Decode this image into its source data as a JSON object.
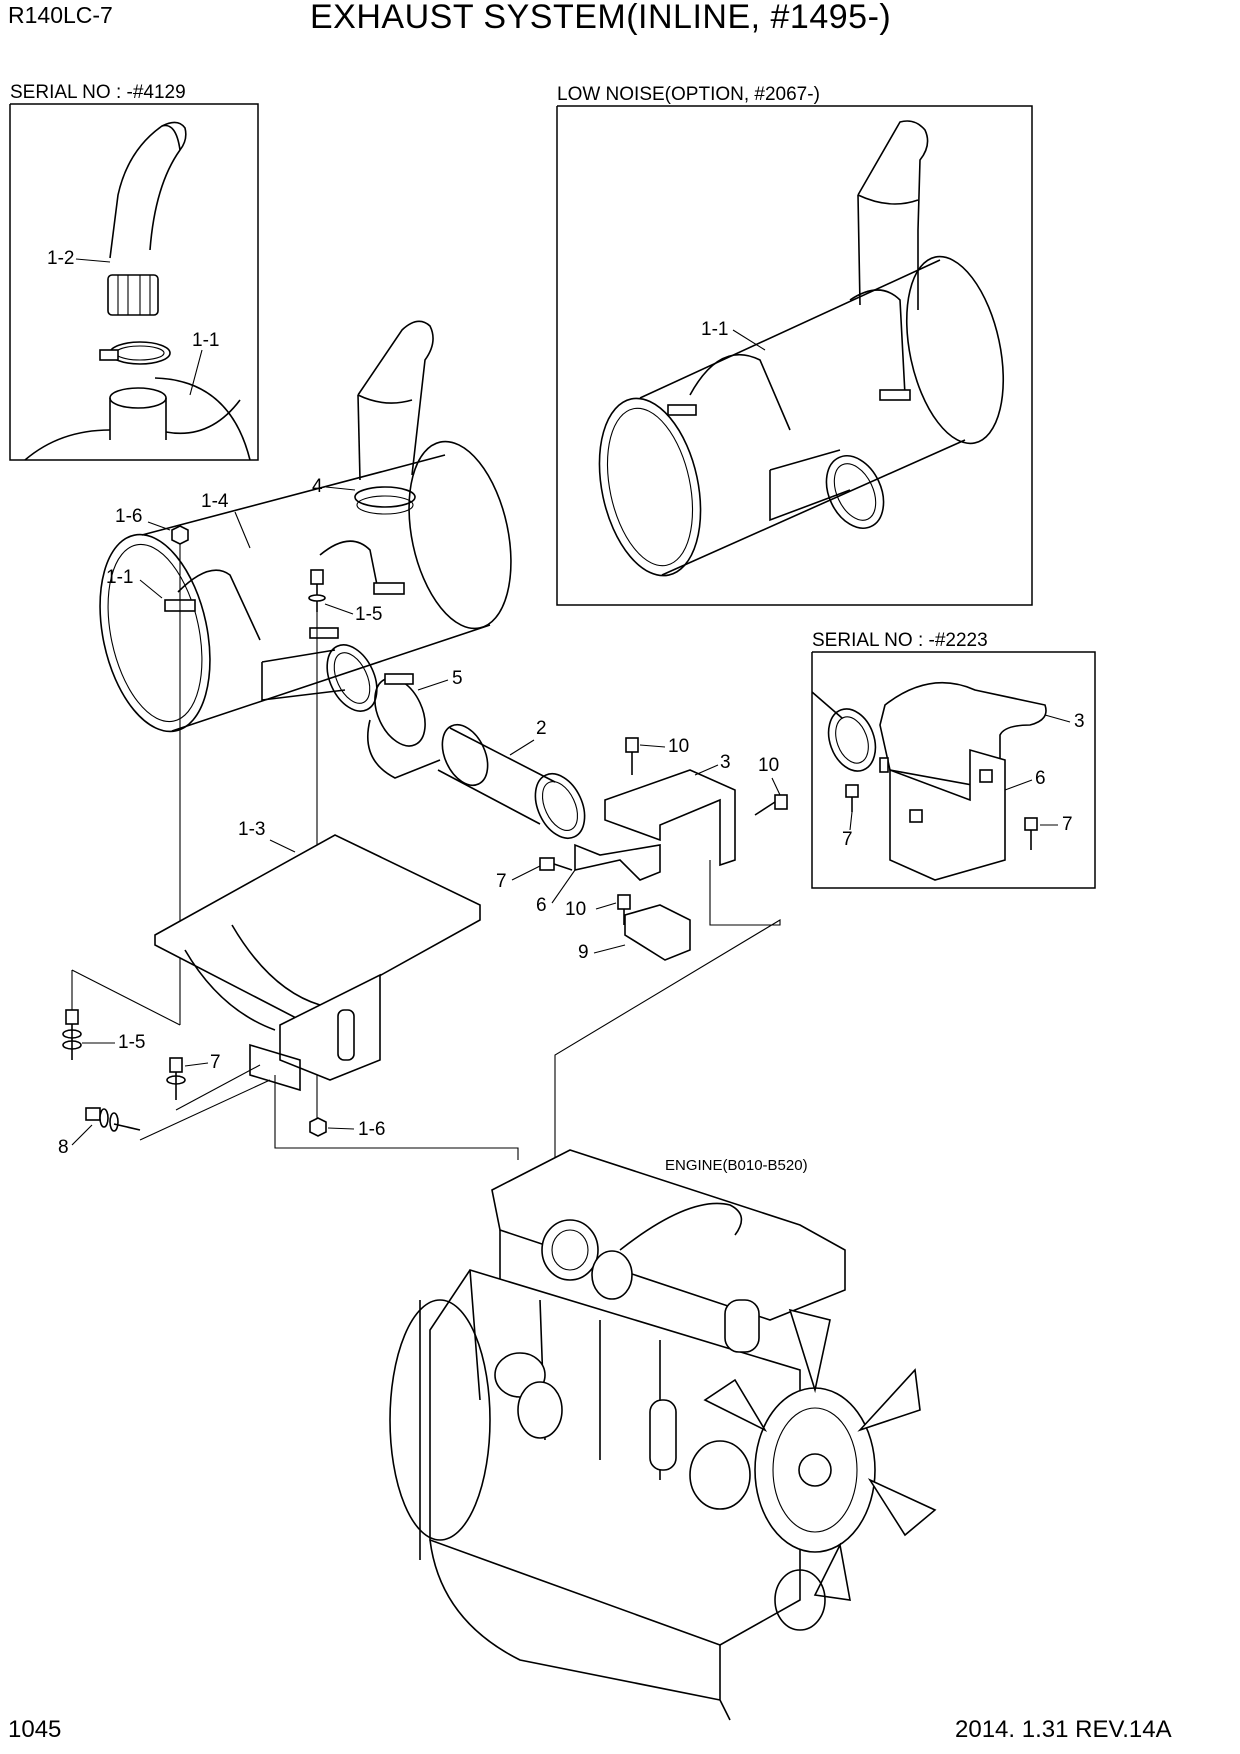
{
  "header": {
    "model": "R140LC-7",
    "title": "EXHAUST SYSTEM(INLINE, #1495-)"
  },
  "footer": {
    "page_number": "1045",
    "revision": "2014. 1.31  REV.14A"
  },
  "boxes": {
    "serial_4129": "SERIAL NO : -#4129",
    "low_noise": "LOW NOISE(OPTION, #2067-)",
    "serial_2223": "SERIAL NO : -#2223"
  },
  "engine_label": "ENGINE(B010-B520)",
  "callouts": {
    "c1_2": "1-2",
    "c1_1_box": "1-1",
    "c1_1_low": "1-1",
    "c4": "4",
    "c1_6_top": "1-6",
    "c1_4": "1-4",
    "c1_1_main": "1-1",
    "c1_5_top": "1-5",
    "c5": "5",
    "c2": "2",
    "c10_a": "10",
    "c3_main": "3",
    "c10_b": "10",
    "c1_3": "1-3",
    "c7_main": "7",
    "c6_main": "6",
    "c10_c": "10",
    "c9": "9",
    "c1_5_bot": "1-5",
    "c7_low": "7",
    "c8": "8",
    "c1_6_bot": "1-6",
    "c3_box": "3",
    "c6_box": "6",
    "c7_box_a": "7",
    "c7_box_b": "7"
  }
}
